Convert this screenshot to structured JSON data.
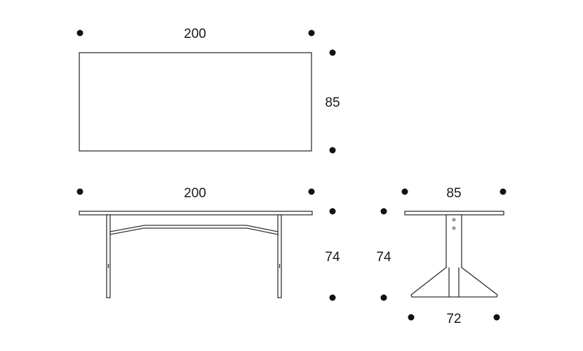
{
  "colors": {
    "line": "#333333",
    "marker": "#111111",
    "bolt": "#9a9a9a",
    "background": "#ffffff"
  },
  "dimensions": {
    "top_view": {
      "length": "200",
      "depth": "85"
    },
    "front_view": {
      "length": "200",
      "height": "74"
    },
    "side_view": {
      "top_depth": "85",
      "height": "74",
      "base_width": "72"
    }
  }
}
